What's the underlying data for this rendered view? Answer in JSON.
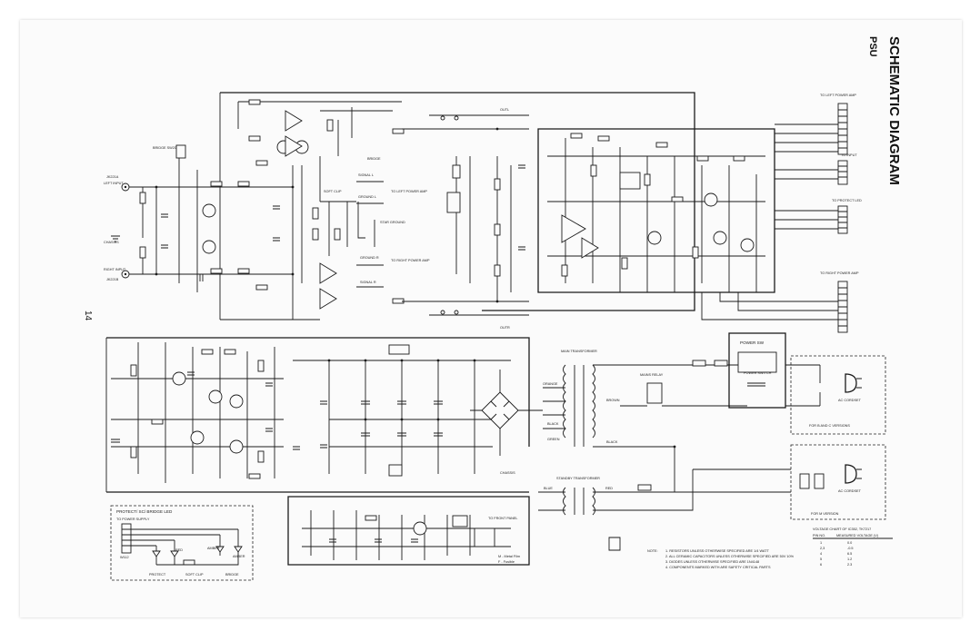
{
  "header": {
    "title": "SCHEMATIC DIAGRAM",
    "subtitle": "PSU",
    "page_number": "14"
  },
  "connectors": {
    "to_left_power_amp": "TO LEFT POWER AMP",
    "to_input": "TO INPUT",
    "to_protect_led": "TO PROTECT LED",
    "to_right_power_amp": "TO RIGHT POWER AMP",
    "to_front_panel": "TO FRONT PANEL"
  },
  "inputs": {
    "left_input": "LEFT INPUT",
    "right_input": "RIGHT INPUT",
    "jk221a": "JK221A",
    "jk221b": "JK221B",
    "chassis": "CHASSIS",
    "bridge_switch": "BRIDGE SW201A"
  },
  "signal_labels": {
    "signal_l": "SIGNAL L",
    "ground_l": "GROUND L",
    "star_ground": "STAR GROUND",
    "ground_r": "GROUND R",
    "signal_r": "SIGNAL R",
    "outl": "OUTL",
    "outr": "OUTR",
    "soft_clip": "SOFT CLIP",
    "bridge": "BRIDGE",
    "to_left_power_amp_mid": "TO LEFT POWER AMP",
    "to_right_power_amp_mid": "TO RIGHT POWER AMP"
  },
  "transformer_section": {
    "main_transformer": "MAIN TRANSFORMER",
    "standby_transformer": "STANDBY TRANSFORMER",
    "mains_relay": "MAINS RELAY",
    "power_sw": "POWER SW",
    "power_switch": "POWER SWITCH",
    "ac_cord_set": "AC CORDSET",
    "for_b_and_c_versions": "FOR B AND C VERSIONS",
    "for_m_version": "FOR M VERSION",
    "orange": "ORANGE",
    "brown": "BROWN",
    "black": "BLACK",
    "green": "GREEN",
    "blue": "BLUE",
    "red": "RED",
    "chassis_label": "CHASSIS"
  },
  "protect_box": {
    "title": "PROTECT/ SC/ BRIDGE LED",
    "to_power_supply": "TO POWER SUPPLY",
    "led_protect": "PROTECT",
    "led_soft_clip": "SOFT CLIP",
    "led_bridge": "BRIDGE",
    "red": "RED",
    "amber": "AMBER",
    "sub_id": "W112"
  },
  "notes": {
    "label": "NOTE:",
    "items": [
      "1. RESISTORS UNLESS OTHERWISE SPECIFIED ARE 1/4 WATT",
      "2. ALL CERAMIC CAPACITORS UNLESS OTHERWISE SPECIFIED ARE 50V 10%",
      "3. DIODES UNLESS OTHERWISE SPECIFIED ARE 1N4148",
      "4. COMPONENTS MARKED WITH ARE SAFETY CRITICAL PARTS"
    ],
    "legend": [
      "M - Metal Film",
      "F - Fusible"
    ],
    "voltage_table_title": "VOLTAGE CHART OF IC352, TK7217",
    "voltage_table_headers": [
      "PIN NO.",
      "MEASURED VOLTAGE (V)"
    ],
    "voltage_table_rows": [
      [
        "1",
        "0.0"
      ],
      [
        "2,3",
        "-0.5"
      ],
      [
        "4",
        "6.5"
      ],
      [
        "5",
        "1.2"
      ],
      [
        "6",
        "2.3"
      ]
    ]
  },
  "colors": {
    "ink": "#1b1b1b",
    "paper": "#fbfbfb",
    "background": "#ffffff"
  }
}
